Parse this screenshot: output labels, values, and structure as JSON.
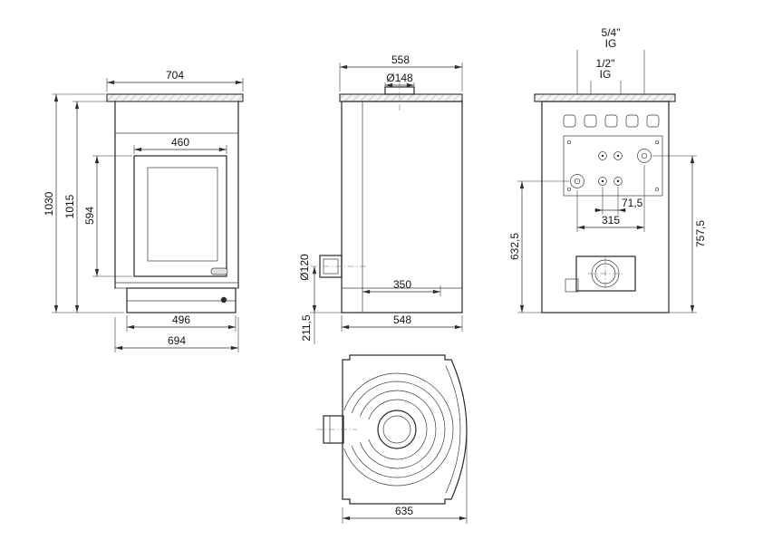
{
  "views": {
    "front": {
      "top_plate_width": "704",
      "door_width": "460",
      "total_height": "1030",
      "body_height": "1015",
      "door_height": "594",
      "base_width": "496",
      "body_width": "694"
    },
    "side": {
      "top_plate_depth": "558",
      "flue_diameter": "Ø148",
      "rear_outlet_diameter": "Ø120",
      "firebox_depth": "350",
      "body_depth": "548",
      "rear_outlet_height": "211,5"
    },
    "back": {
      "large_connection_size": "5/4\"",
      "large_connection_thread": "IG",
      "small_connection_size": "1/2\"",
      "small_connection_thread": "IG",
      "connection_pair_spacing": "71,5",
      "connection_spacing": "315",
      "left_connection_height": "632,5",
      "right_connection_height": "757,5"
    },
    "top": {
      "overall_depth": "635"
    }
  }
}
